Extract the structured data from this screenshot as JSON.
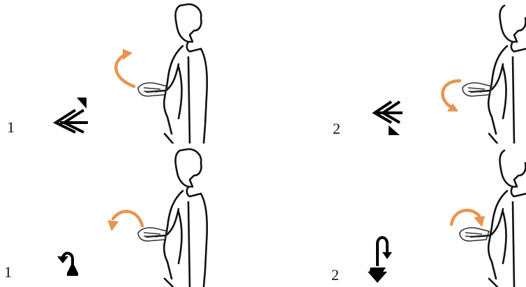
{
  "panels": [
    {
      "number": "1",
      "symbol": "chevron-forward-icon",
      "gesture": "clockwise-arc-up",
      "accent": "#e89550"
    },
    {
      "number": "2",
      "symbol": "chevron-backward-icon",
      "gesture": "counterclockwise-arc-down",
      "accent": "#e89550"
    },
    {
      "number": "1",
      "symbol": "hook-up-icon",
      "gesture": "arc-left",
      "accent": "#e89550"
    },
    {
      "number": "2",
      "symbol": "hook-down-icon",
      "gesture": "arc-right",
      "accent": "#e89550"
    }
  ]
}
